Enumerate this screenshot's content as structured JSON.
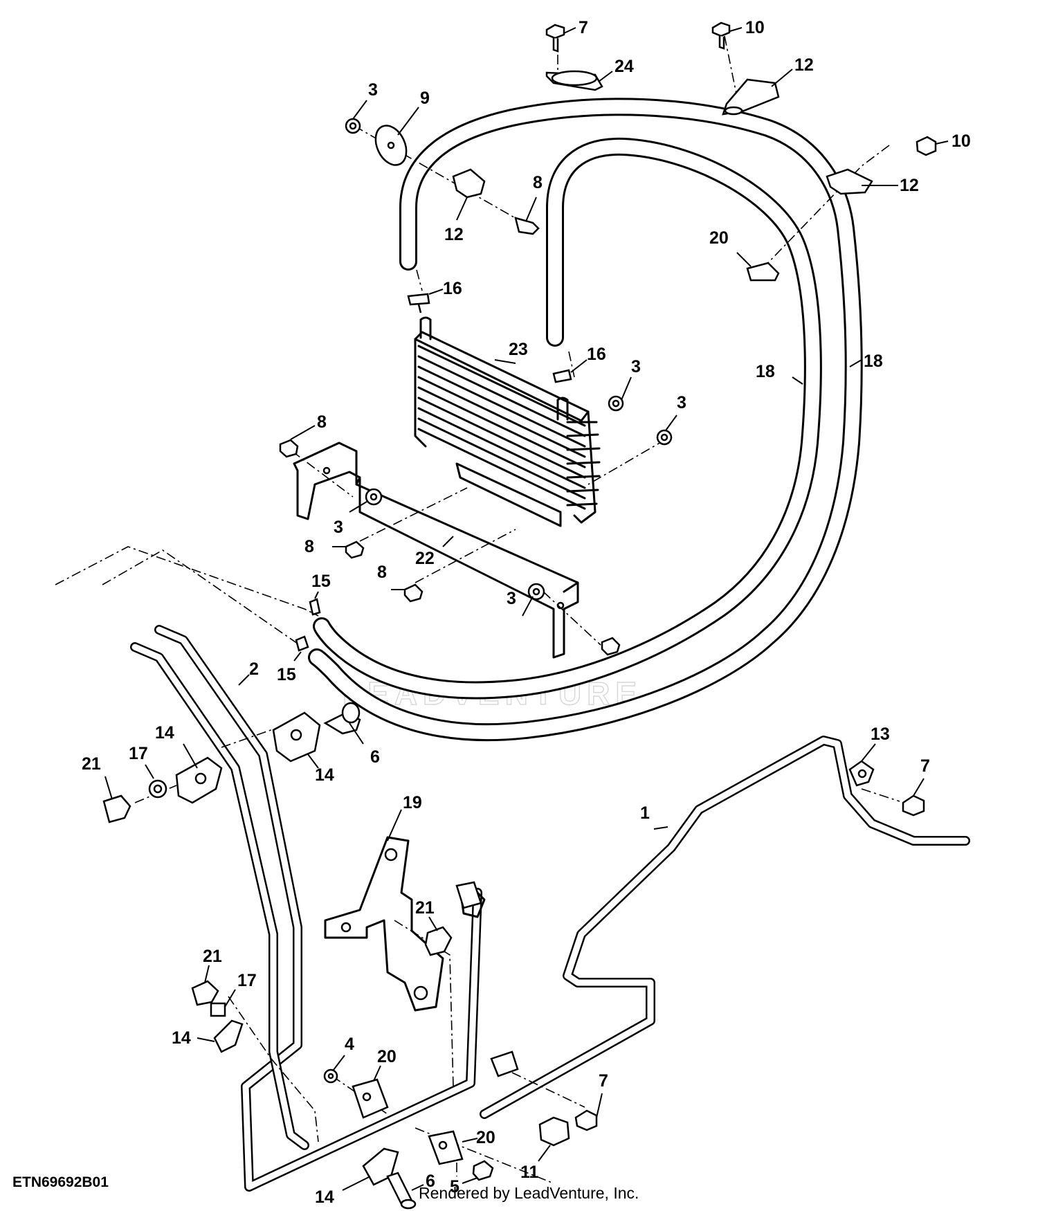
{
  "diagram": {
    "id_label": "ETN69692B01",
    "credit": "Rendered by LeadVenture, Inc.",
    "watermark": "LEADVENTURE"
  },
  "callouts": {
    "c1": "1",
    "c2": "2",
    "c3a": "3",
    "c3b": "3",
    "c3c": "3",
    "c3d": "3",
    "c3e": "3",
    "c4": "4",
    "c5": "5",
    "c6a": "6",
    "c6b": "6",
    "c7a": "7",
    "c7b": "7",
    "c7c": "7",
    "c8a": "8",
    "c8b": "8",
    "c8c": "8",
    "c8d": "8",
    "c9": "9",
    "c10a": "10",
    "c10b": "10",
    "c11": "11",
    "c12a": "12",
    "c12b": "12",
    "c12c": "12",
    "c13": "13",
    "c14a": "14",
    "c14b": "14",
    "c14c": "14",
    "c14d": "14",
    "c15a": "15",
    "c15b": "15",
    "c16a": "16",
    "c16b": "16",
    "c17a": "17",
    "c17b": "17",
    "c18a": "18",
    "c18b": "18",
    "c19": "19",
    "c20a": "20",
    "c20b": "20",
    "c20c": "20",
    "c21a": "21",
    "c21b": "21",
    "c21c": "21",
    "c22": "22",
    "c23": "23",
    "c24": "24"
  },
  "colors": {
    "line": "#000000",
    "background": "#ffffff",
    "watermark": "#d8d8d8"
  }
}
